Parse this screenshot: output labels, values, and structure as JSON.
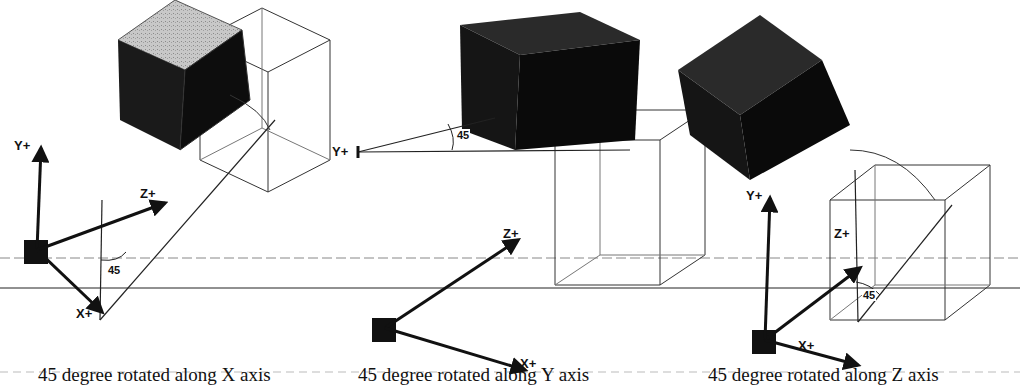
{
  "diagram": {
    "labels": [
      "Y+",
      "Z+",
      "X+",
      "45",
      "45 degree rotated along X axis",
      "Y+",
      "Z+",
      "X+",
      "45",
      "45 degree rotated along Y axis",
      "Y+",
      "Z+",
      "X+",
      "45",
      "45 degree rotated along Z axis"
    ]
  }
}
